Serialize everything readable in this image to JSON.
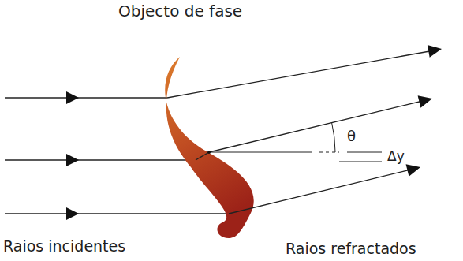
{
  "diagram": {
    "labels": [
      "Objecto de fase",
      "θ",
      "Δy",
      "Raios incidentes",
      "Raios refractados"
    ]
  }
}
